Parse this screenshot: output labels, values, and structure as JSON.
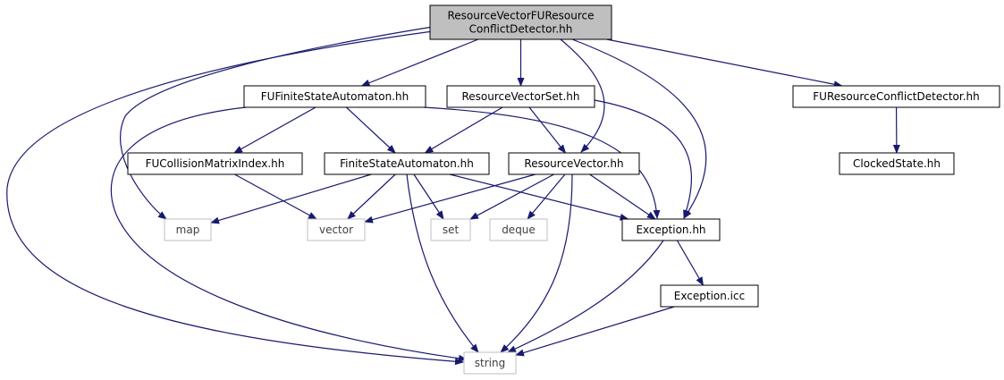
{
  "nodes": [
    {
      "id": "root",
      "lines": [
        "ResourceVectorFUResource",
        "ConflictDetector.hh"
      ],
      "kind": "root"
    },
    {
      "id": "fufsa",
      "lines": [
        "FUFiniteStateAutomaton.hh"
      ],
      "kind": "local"
    },
    {
      "id": "rvs",
      "lines": [
        "ResourceVectorSet.hh"
      ],
      "kind": "local"
    },
    {
      "id": "furcd",
      "lines": [
        "FUResourceConflictDetector.hh"
      ],
      "kind": "local"
    },
    {
      "id": "fucmi",
      "lines": [
        "FUCollisionMatrixIndex.hh"
      ],
      "kind": "local"
    },
    {
      "id": "fsa",
      "lines": [
        "FiniteStateAutomaton.hh"
      ],
      "kind": "local"
    },
    {
      "id": "rv",
      "lines": [
        "ResourceVector.hh"
      ],
      "kind": "local"
    },
    {
      "id": "clocked",
      "lines": [
        "ClockedState.hh"
      ],
      "kind": "local"
    },
    {
      "id": "map",
      "lines": [
        "map"
      ],
      "kind": "system"
    },
    {
      "id": "vector",
      "lines": [
        "vector"
      ],
      "kind": "system"
    },
    {
      "id": "set",
      "lines": [
        "set"
      ],
      "kind": "system"
    },
    {
      "id": "deque",
      "lines": [
        "deque"
      ],
      "kind": "system"
    },
    {
      "id": "exception",
      "lines": [
        "Exception.hh"
      ],
      "kind": "local"
    },
    {
      "id": "exicc",
      "lines": [
        "Exception.icc"
      ],
      "kind": "local"
    },
    {
      "id": "string",
      "lines": [
        "string"
      ],
      "kind": "system"
    }
  ],
  "edges": [
    [
      "root",
      "fufsa"
    ],
    [
      "root",
      "rvs"
    ],
    [
      "root",
      "furcd"
    ],
    [
      "root",
      "string"
    ],
    [
      "root",
      "map"
    ],
    [
      "root",
      "rv"
    ],
    [
      "root",
      "exception"
    ],
    [
      "fufsa",
      "fucmi"
    ],
    [
      "fufsa",
      "fsa"
    ],
    [
      "fufsa",
      "exception"
    ],
    [
      "fufsa",
      "string"
    ],
    [
      "rvs",
      "fsa"
    ],
    [
      "rvs",
      "rv"
    ],
    [
      "rvs",
      "exception"
    ],
    [
      "furcd",
      "clocked"
    ],
    [
      "fucmi",
      "vector"
    ],
    [
      "fsa",
      "map"
    ],
    [
      "fsa",
      "vector"
    ],
    [
      "fsa",
      "set"
    ],
    [
      "fsa",
      "exception"
    ],
    [
      "fsa",
      "string"
    ],
    [
      "rv",
      "vector"
    ],
    [
      "rv",
      "set"
    ],
    [
      "rv",
      "deque"
    ],
    [
      "rv",
      "exception"
    ],
    [
      "rv",
      "string"
    ],
    [
      "exception",
      "exicc"
    ],
    [
      "exception",
      "string"
    ],
    [
      "exicc",
      "string"
    ]
  ],
  "colors": {
    "edge": "#191970",
    "root_fill": "#bfbfbf",
    "node_border": "#000000",
    "system_border": "#bfbfbf",
    "system_text": "#3f3f3f",
    "text": "#000000"
  }
}
